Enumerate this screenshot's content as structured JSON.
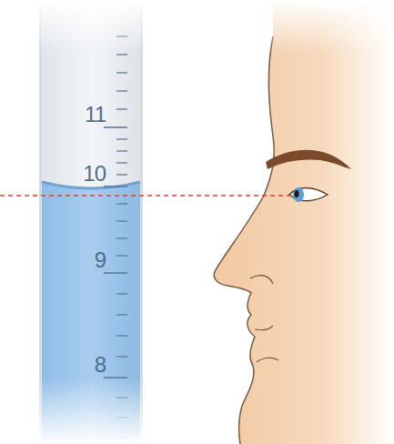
{
  "diagram": {
    "labels": [
      "11",
      "10",
      "9",
      "8"
    ]
  }
}
